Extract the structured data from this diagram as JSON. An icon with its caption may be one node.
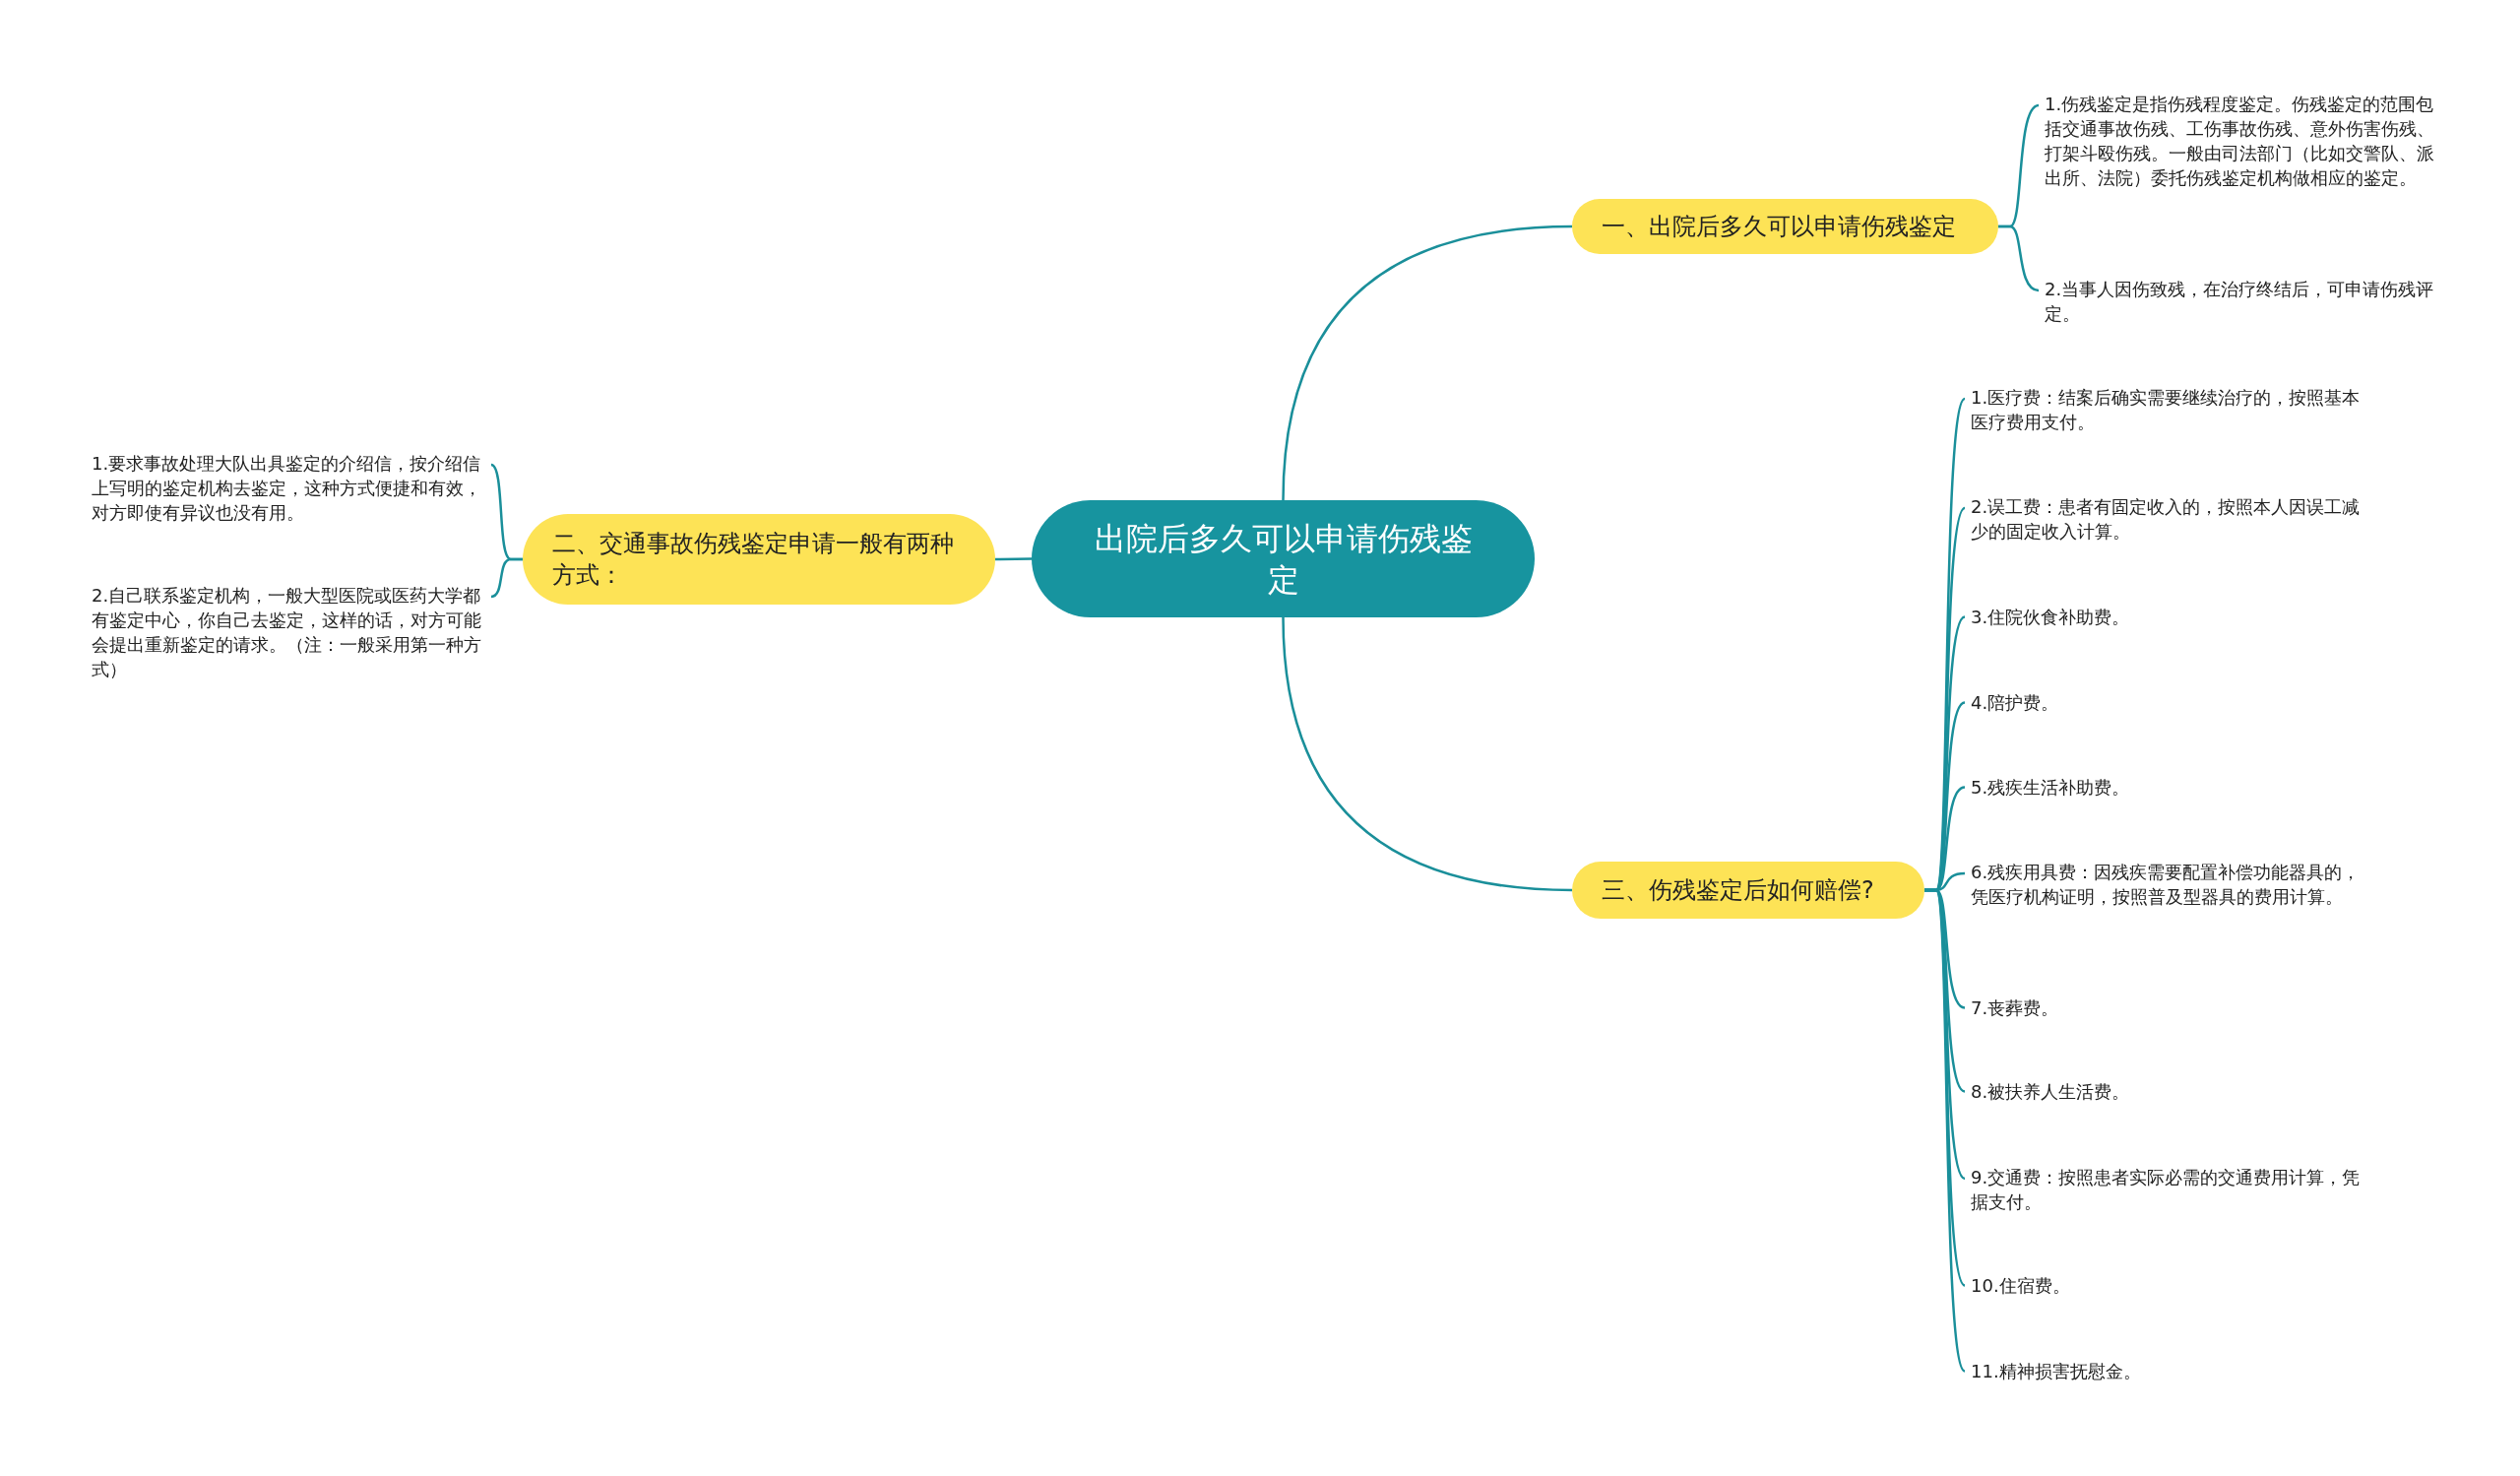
{
  "diagram": {
    "nodes": [
      {
        "text": [
          "出院后多久可以申请伤残鉴定"
        ]
      },
      {
        "text": [
          "一、出院后多久可以申请伤残鉴定"
        ]
      },
      {
        "text": [
          "1.伤残鉴定是指伤残程度鉴定。伤残鉴定的范围包括交通事故伤残、工伤事故伤残、意外伤害伤残、打架斗殴伤残。一般由司法部门（比如交警队、派出所、法院）委托伤残鉴定机构做相应的鉴定。"
        ]
      },
      {
        "text": [
          "2.当事人因伤致残，在治疗终结后，可申请伤残评定。"
        ]
      },
      {
        "text": [
          "二、交通事故伤残鉴定申请一般有两种方式："
        ]
      },
      {
        "text": [
          "1.要求事故处理大队出具鉴定的介绍信，按介绍信上写明的鉴定机构去鉴定，这种方式便捷和有效，对方即使有异议也没有用。"
        ]
      },
      {
        "text": [
          "2.自己联系鉴定机构，一般大型医院或医药大学都有鉴定中心，你自己去鉴定，这样的话，对方可能会提出重新鉴定的请求。（注：一般采用第一种方式）"
        ]
      },
      {
        "text": [
          "三、伤残鉴定后如何赔偿?"
        ]
      },
      {
        "text": [
          "1.医疗费：结案后确实需要继续治疗的，按照基本医疗费用支付。"
        ]
      },
      {
        "text": [
          "2.误工费：患者有固定收入的，按照本人因误工减少的固定收入计算。"
        ]
      },
      {
        "text": [
          "3.住院伙食补助费。"
        ]
      },
      {
        "text": [
          "4.陪护费。"
        ]
      },
      {
        "text": [
          "5.残疾生活补助费。"
        ]
      },
      {
        "text": [
          "6.残疾用具费：因残疾需要配置补偿功能器具的，凭医疗机构证明，按照普及型器具的费用计算。"
        ]
      },
      {
        "text": [
          "7.丧葬费。"
        ]
      },
      {
        "text": [
          "8.被扶养人生活费。"
        ]
      },
      {
        "text": [
          "9.交通费：按照患者实际必需的交通费用计算，凭据支付。"
        ]
      },
      {
        "text": [
          "10.住宿费。"
        ]
      },
      {
        "text": [
          "11.精神损害抚慰金。"
        ]
      }
    ],
    "edges": [
      {
        "from": 0,
        "to": 1,
        "arrow": "none"
      },
      {
        "from": 1,
        "to": 2,
        "arrow": "none"
      },
      {
        "from": 1,
        "to": 3,
        "arrow": "none"
      },
      {
        "from": 0,
        "to": 4,
        "arrow": "none"
      },
      {
        "from": 4,
        "to": 5,
        "arrow": "none"
      },
      {
        "from": 4,
        "to": 6,
        "arrow": "none"
      },
      {
        "from": 0,
        "to": 7,
        "arrow": "none"
      },
      {
        "from": 7,
        "to": 8,
        "arrow": "none"
      },
      {
        "from": 7,
        "to": 9,
        "arrow": "none"
      },
      {
        "from": 7,
        "to": 10,
        "arrow": "none"
      },
      {
        "from": 7,
        "to": 11,
        "arrow": "none"
      },
      {
        "from": 7,
        "to": 12,
        "arrow": "none"
      },
      {
        "from": 7,
        "to": 13,
        "arrow": "none"
      },
      {
        "from": 7,
        "to": 14,
        "arrow": "none"
      },
      {
        "from": 7,
        "to": 15,
        "arrow": "none"
      },
      {
        "from": 7,
        "to": 16,
        "arrow": "none"
      },
      {
        "from": 7,
        "to": 17,
        "arrow": "none"
      },
      {
        "from": 7,
        "to": 18,
        "arrow": "none"
      }
    ]
  }
}
